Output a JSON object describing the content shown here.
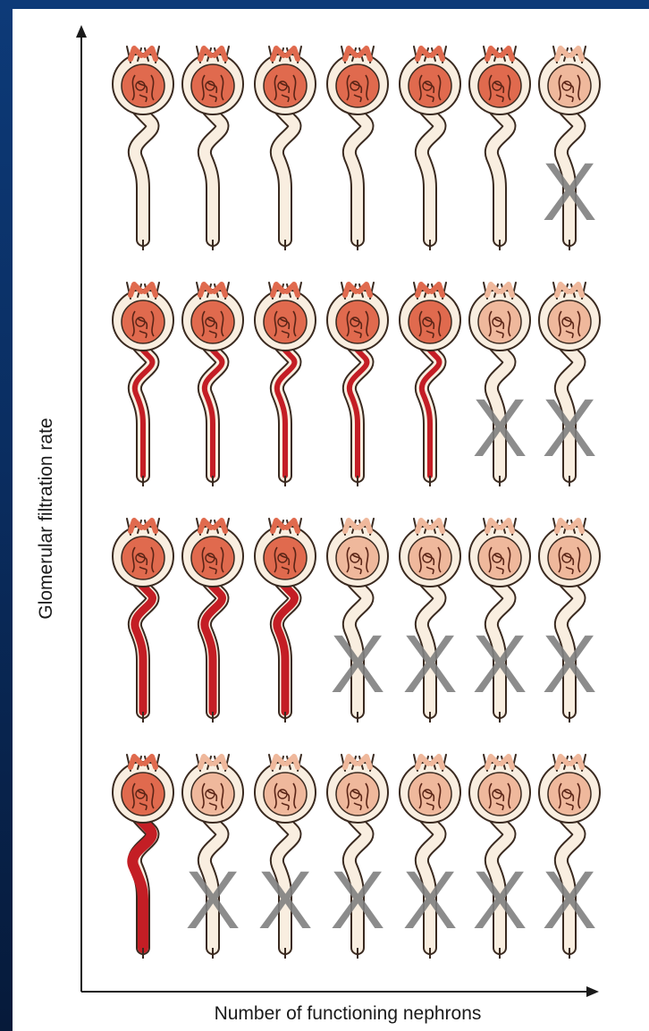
{
  "x_axis_label": "Number of functioning nephrons",
  "y_axis_label": "Glomerular filtration rate",
  "colors": {
    "frame_background": "#0a2d60",
    "capsule_fill": "#f9eee0",
    "functioning_glomerulus": "#e06a4e",
    "nonfunctioning_glomerulus": "#efb89c",
    "hyperfiltration_tubule": "#c41e25",
    "failed_marker": "#808080",
    "axis": "#1a1a1a"
  },
  "rows": [
    {
      "functioning": 6,
      "failed": 1,
      "tubule_highlight": "none"
    },
    {
      "functioning": 5,
      "failed": 2,
      "tubule_highlight": "thin"
    },
    {
      "functioning": 3,
      "failed": 4,
      "tubule_highlight": "medium"
    },
    {
      "functioning": 1,
      "failed": 6,
      "tubule_highlight": "thick"
    }
  ],
  "failed_marker_glyph": "X"
}
